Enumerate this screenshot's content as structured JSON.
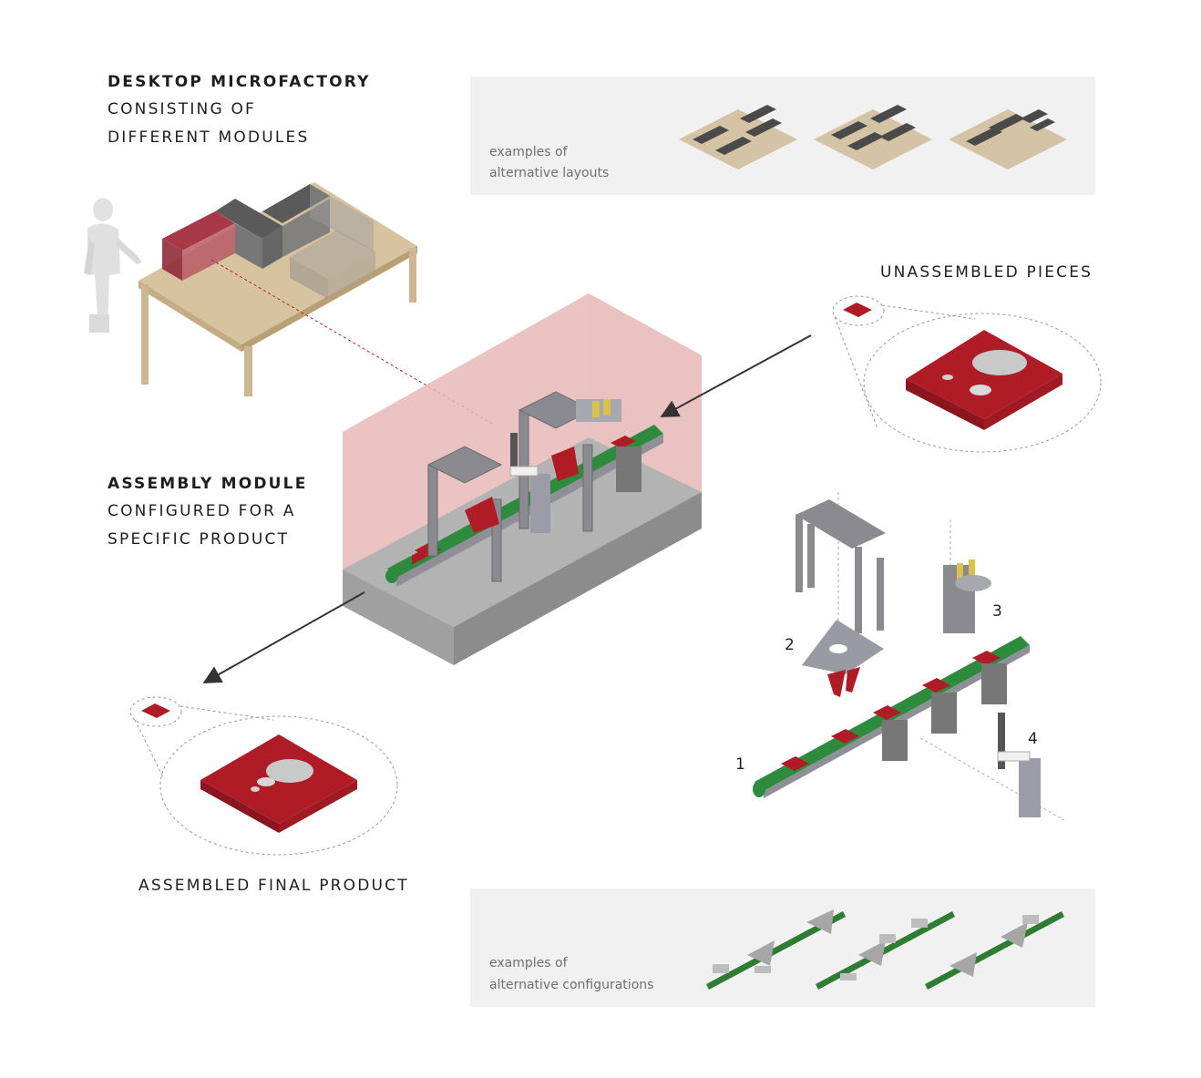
{
  "microfactory": {
    "title": "DESKTOP MICROFACTORY",
    "line2": "CONSISTING OF",
    "line3": "DIFFERENT MODULES"
  },
  "assembly_module": {
    "title": "ASSEMBLY MODULE",
    "line2": "CONFIGURED FOR A",
    "line3": "SPECIFIC PRODUCT"
  },
  "layouts_panel": {
    "caption_line1": "examples of",
    "caption_line2": "alternative layouts"
  },
  "configs_panel": {
    "caption_line1": "examples of",
    "caption_line2": "alternative configurations"
  },
  "labels": {
    "unassembled": "UNASSEMBLED PIECES",
    "assembled": "ASSEMBLED FINAL PRODUCT"
  },
  "component_numbers": [
    "1",
    "2",
    "3",
    "4"
  ],
  "colors": {
    "product_red": "#b01c26",
    "conveyor_green": "#2e7d32",
    "table_wood": "#d7c3a0",
    "panel_bg": "#f1f1f2",
    "highlight_pink": "#e8b9b9"
  }
}
